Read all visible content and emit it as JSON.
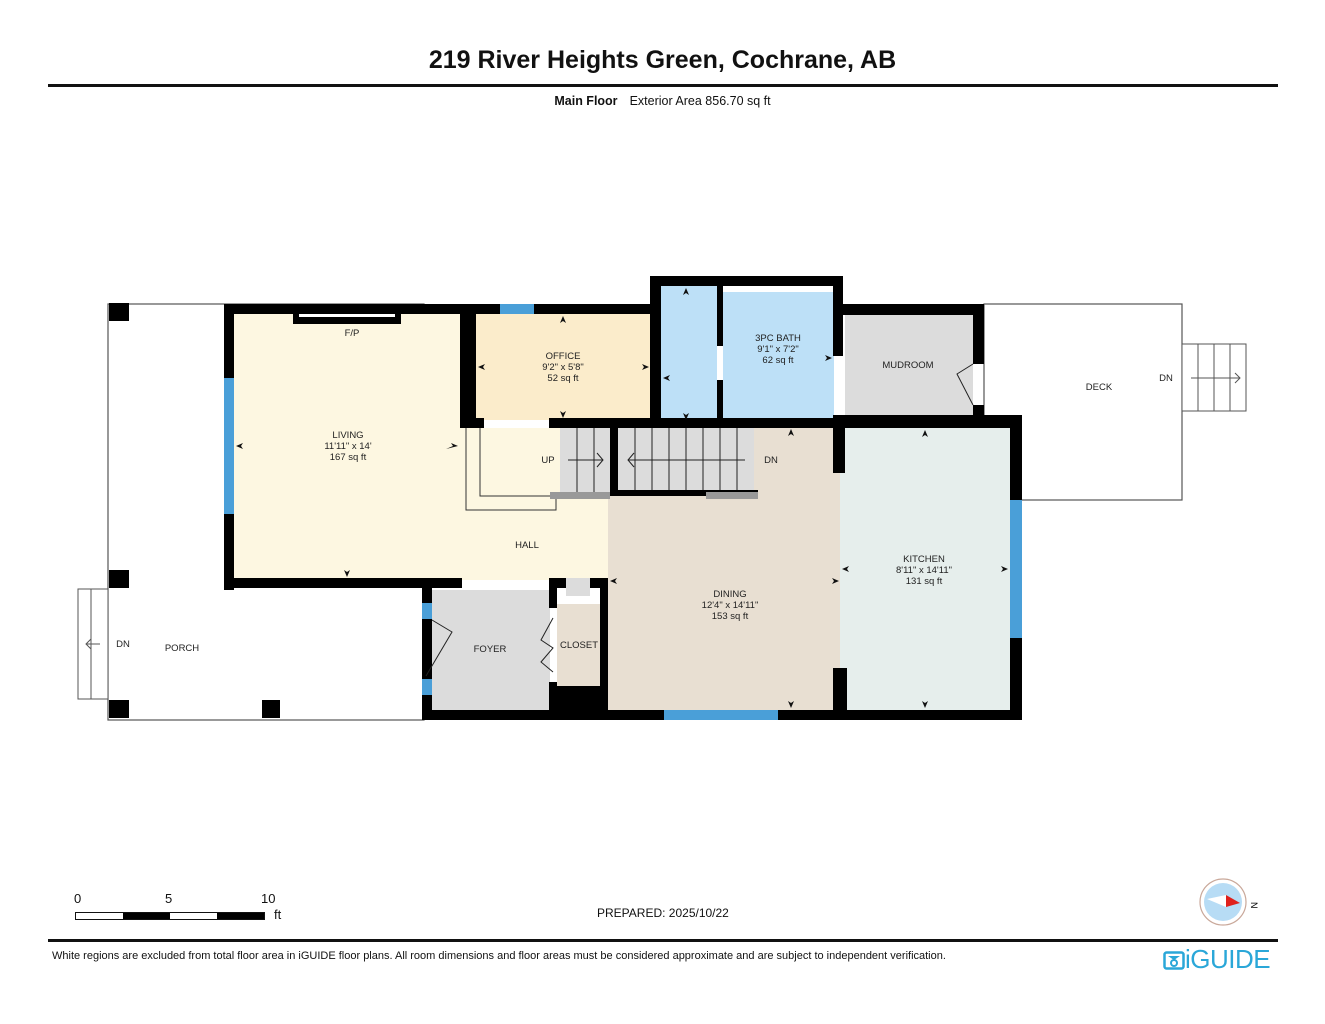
{
  "header": {
    "title": "219 River Heights Green, Cochrane, AB",
    "floor_name": "Main Floor",
    "exterior_area": "Exterior Area 856.70 sq ft"
  },
  "rooms": {
    "living": {
      "name": "LIVING",
      "dims": "11'11\" x 14'",
      "area": "167 sq ft",
      "color": "#fdf7e1"
    },
    "office": {
      "name": "OFFICE",
      "dims": "9'2\" x 5'8\"",
      "area": "52 sq ft",
      "color": "#fbeccb"
    },
    "bath": {
      "name": "3PC BATH",
      "dims": "9'1\" x 7'2\"",
      "area": "62 sq ft",
      "color": "#bde0f7"
    },
    "mudroom": {
      "name": "MUDROOM",
      "color": "#dcdcdc"
    },
    "deck": {
      "name": "DECK"
    },
    "kitchen": {
      "name": "KITCHEN",
      "dims": "8'11\" x 14'11\"",
      "area": "131 sq ft",
      "color": "#e6eeec"
    },
    "dining": {
      "name": "DINING",
      "dims": "12'4\" x 14'11\"",
      "area": "153 sq ft",
      "color": "#e8dfd2"
    },
    "hall": {
      "name": "HALL"
    },
    "foyer": {
      "name": "FOYER",
      "color": "#dcdcdc"
    },
    "closet": {
      "name": "CLOSET",
      "color": "#e8dfd2"
    },
    "porch": {
      "name": "PORCH"
    }
  },
  "labels": {
    "fireplace": "F/P",
    "stairs_up": "UP",
    "stairs_down": "DN",
    "deck_stairs": "DN",
    "porch_stairs": "DN"
  },
  "scale_bar": {
    "ticks": [
      "0",
      "5",
      "10"
    ],
    "unit": "ft"
  },
  "prepared": "PREPARED: 2025/10/22",
  "compass": {
    "label": "N"
  },
  "footer": {
    "disclaimer": "White regions are excluded from total floor area in iGUIDE floor plans. All room dimensions and floor areas must be considered approximate and are subject to independent verification.",
    "brand": "iGUIDE"
  },
  "colors": {
    "wall": "#000000",
    "window": "#4a9fd8",
    "brand": "#2aa7d8",
    "compass_red": "#e0201b"
  }
}
